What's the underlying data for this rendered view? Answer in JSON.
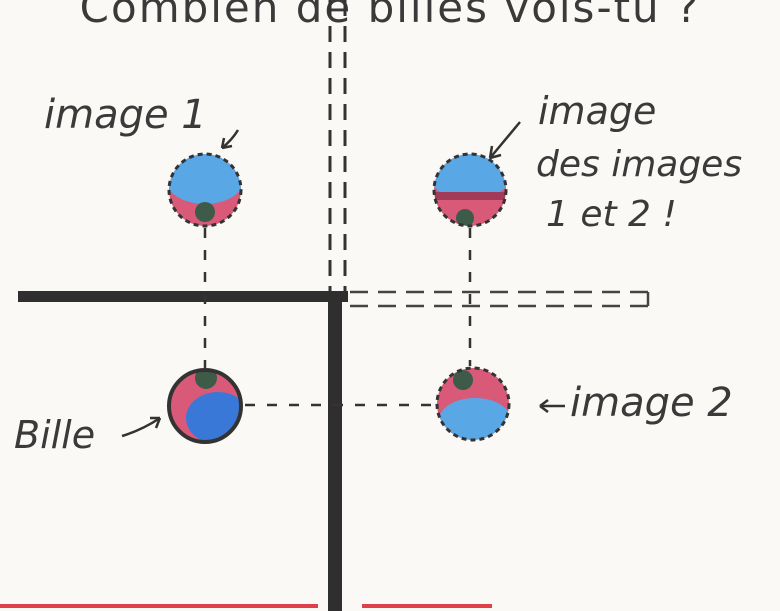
{
  "title": "Combien de billes vois-tu ?",
  "labels": {
    "image1": "image 1",
    "image12_line1": "image",
    "image12_line2": "des images",
    "image12_line3": "1 et 2 !",
    "bille": "Bille",
    "image2": "image 2"
  },
  "colors": {
    "paper": "#fbf9f5",
    "ink": "#2b2b2b",
    "mirror": "#2f2f2f",
    "ball_blue": "#5aa7e6",
    "ball_red": "#d95a78",
    "ball_green": "#3e5a48",
    "red_line": "#e0404a"
  }
}
